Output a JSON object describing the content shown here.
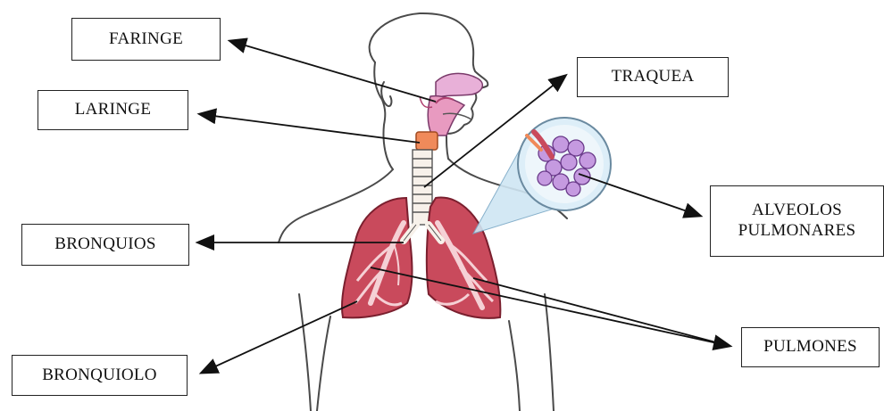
{
  "labels": {
    "faringe": "FARINGE",
    "laringe": "LARINGE",
    "bronquios": "BRONQUIOS",
    "bronquiolo": "BRONQUIOLO",
    "traquea": "TRAQUEA",
    "alveolos_line1": "ALVEOLOS",
    "alveolos_line2": "PULMONARES",
    "pulmones": "PULMONES"
  },
  "colors": {
    "lung_fill": "#c94a5c",
    "lung_light": "#f0b9c0",
    "throat_pink": "#e8a0c8",
    "larynx_orange": "#f08a5a",
    "alveoli_purple": "#b88ad8",
    "magnifier_blue": "#cfe6f3",
    "outline": "#333333"
  }
}
